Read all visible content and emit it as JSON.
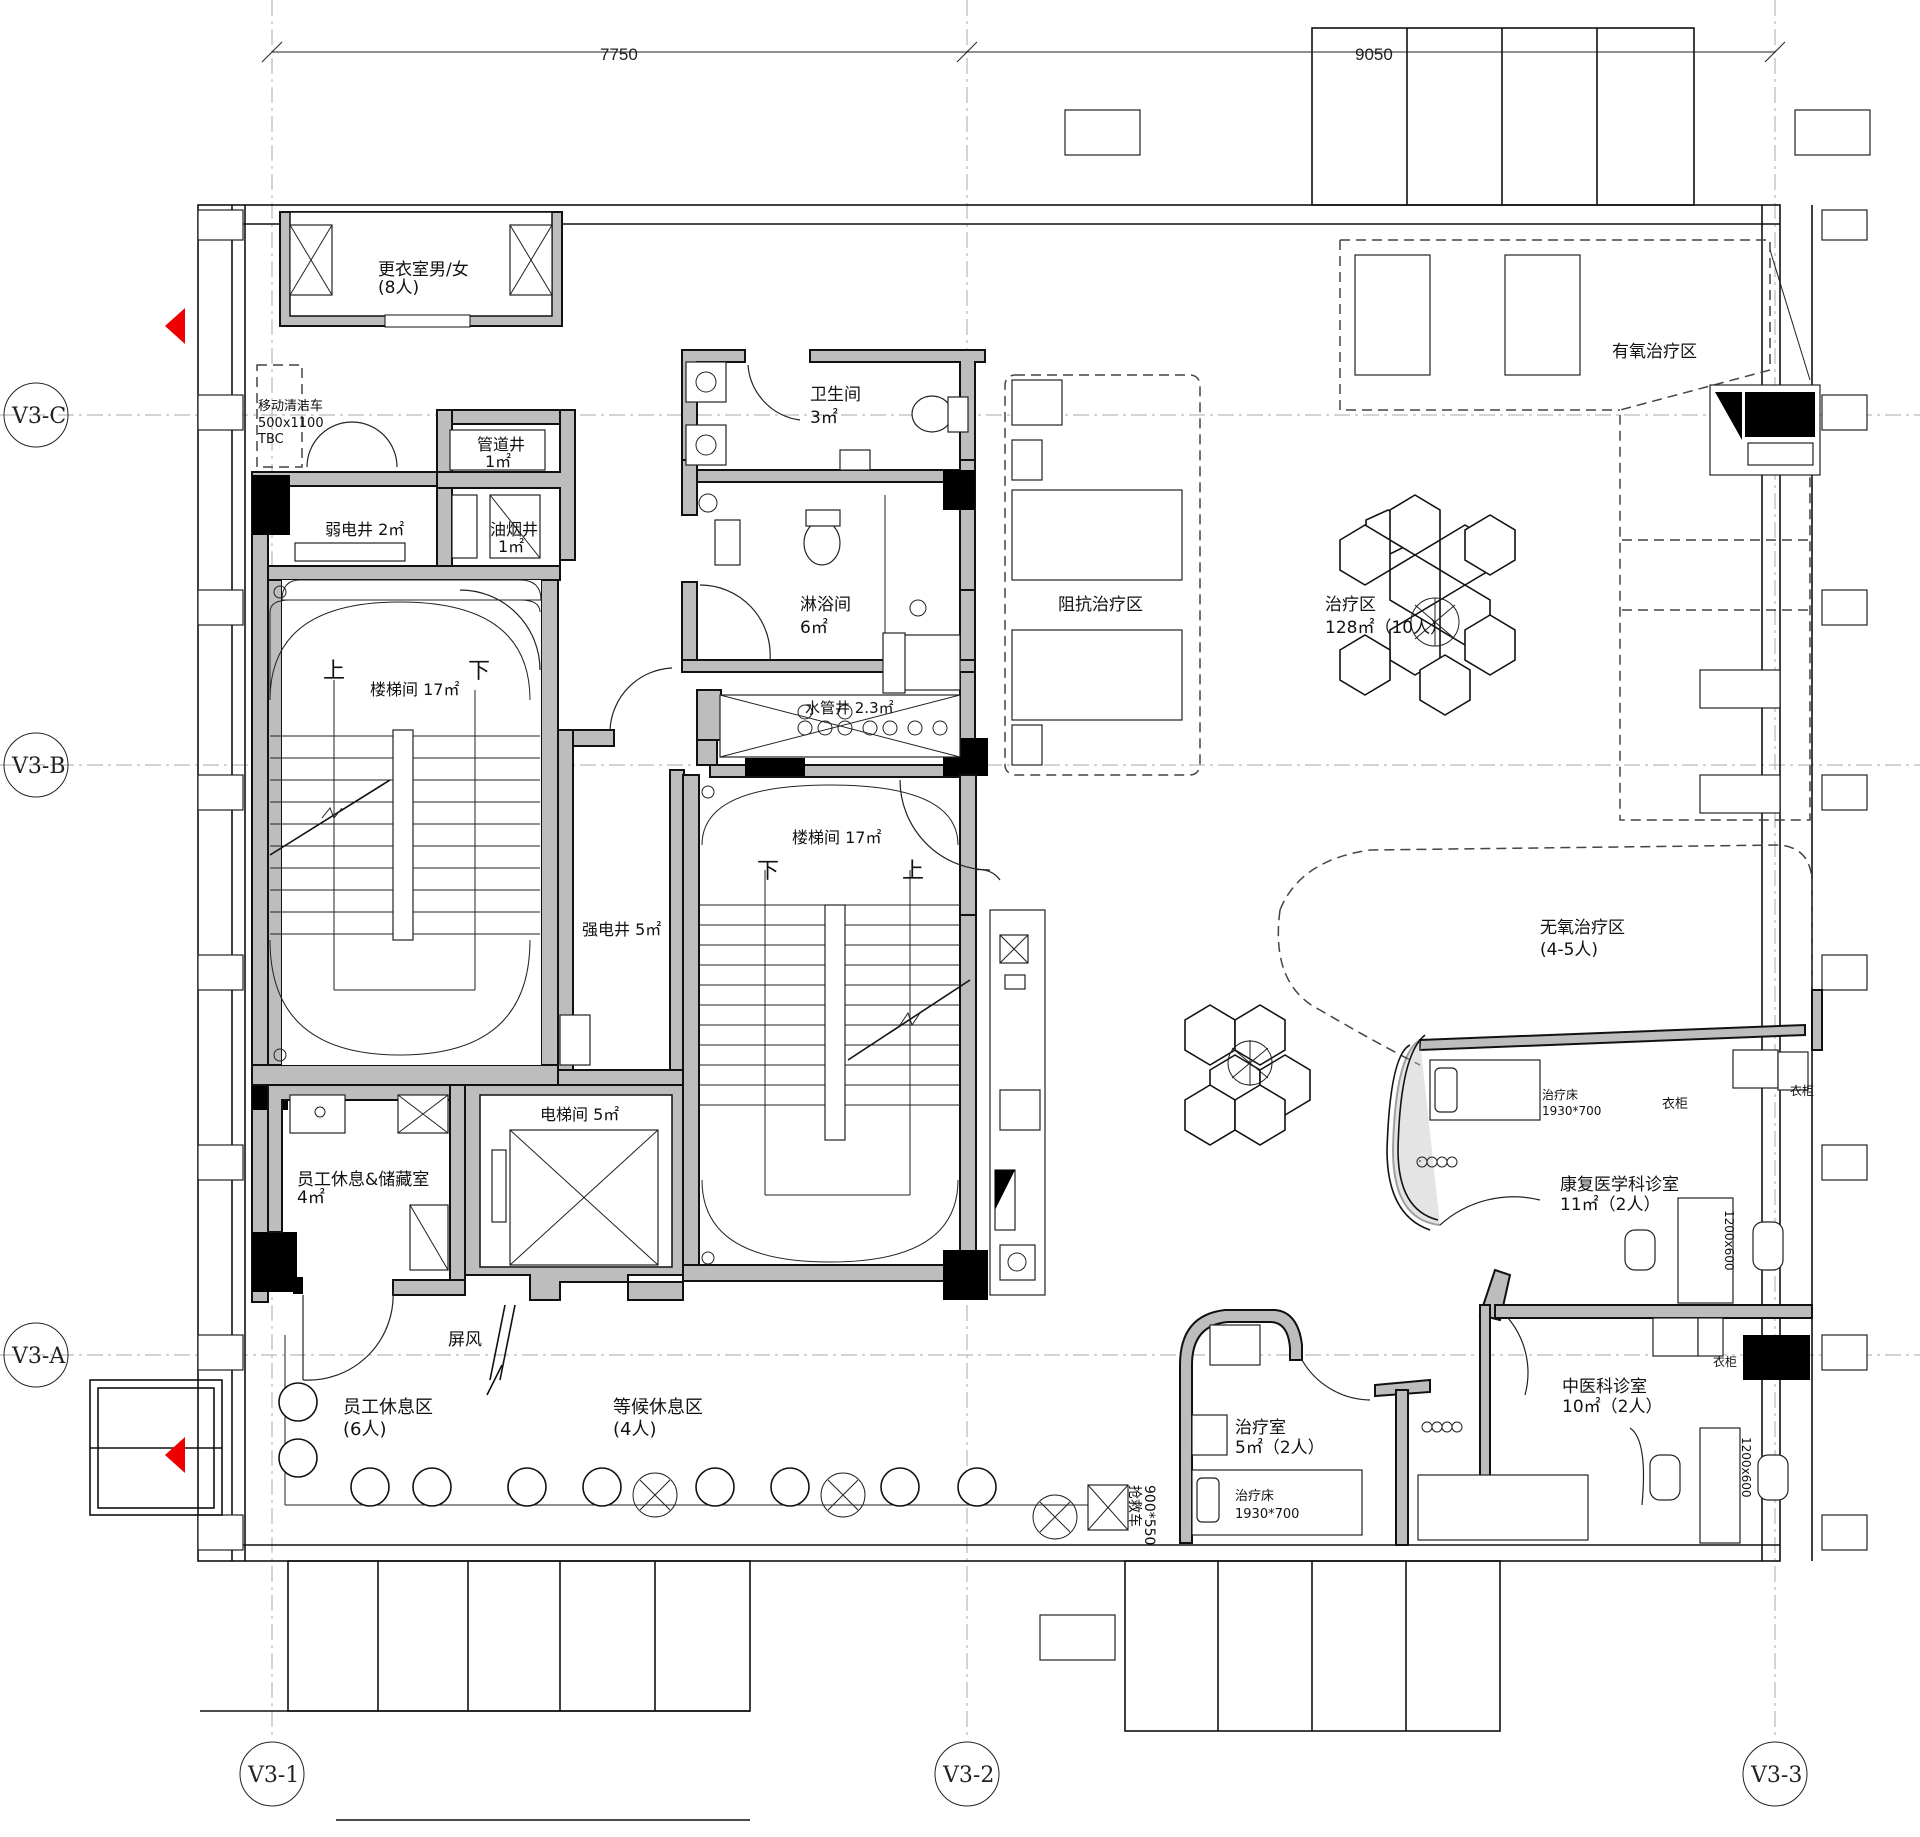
{
  "dimensions": {
    "top_left": "7750",
    "top_right": "9050"
  },
  "axes": {
    "rows": [
      {
        "id": "row-c",
        "label": "V3-C"
      },
      {
        "id": "row-b",
        "label": "V3-B"
      },
      {
        "id": "row-a",
        "label": "V3-A"
      }
    ],
    "columns": [
      {
        "id": "col-1",
        "label": "V3-1"
      },
      {
        "id": "col-2",
        "label": "V3-2"
      },
      {
        "id": "col-3",
        "label": "V3-3"
      }
    ]
  },
  "rooms": {
    "changing": {
      "name": "更衣室男/女",
      "sub": "(8人)"
    },
    "cart": {
      "l1": "移动清洁车",
      "l2": "500x1100",
      "l3": "TBC"
    },
    "pipe_shaft": {
      "name": "管道井",
      "area": "1㎡"
    },
    "weak_shaft": {
      "name": "弱电井 2㎡"
    },
    "smoke_shaft": {
      "name": "油烟井",
      "area": "1㎡"
    },
    "wc": {
      "name": "卫生间",
      "area": "3㎡"
    },
    "shower": {
      "name": "淋浴间",
      "area": "6㎡"
    },
    "water_shaft": {
      "name": "水管井 2.3㎡"
    },
    "stair_left": {
      "name": "楼梯间 17㎡",
      "up": "上",
      "down": "下"
    },
    "stair_right": {
      "name": "楼梯间 17㎡",
      "up": "上",
      "down": "下"
    },
    "strong_shaft": {
      "name": "强电井 5㎡"
    },
    "elevator": {
      "name": "电梯间 5㎡"
    },
    "staff_room": {
      "name": "员工休息&储藏室",
      "area": "4㎡"
    },
    "screen": {
      "name": "屏风"
    },
    "staff_rest": {
      "name": "员工休息区",
      "sub": "(6人)"
    },
    "waiting": {
      "name": "等候休息区",
      "sub": "(4人)"
    },
    "resistance": {
      "name": "阻抗治疗区"
    },
    "aerobic": {
      "name": "有氧治疗区"
    },
    "treatment_zone": {
      "name": "治疗区",
      "area": "128㎡（10人）"
    },
    "anaerobic": {
      "name": "无氧治疗区",
      "sub": "(4-5人)"
    },
    "rehab": {
      "name": "康复医学科诊室",
      "area": "11㎡（2人）",
      "bed": "治疗床",
      "bed_size": "1930*700",
      "cabinet": "衣柜",
      "desk": "1200x600"
    },
    "tcm": {
      "name": "中医科诊室",
      "area": "10㎡（2人）",
      "cabinet": "衣柜",
      "desk": "1200x600"
    },
    "treat_room": {
      "name": "治疗室",
      "area": "5㎡（2人）",
      "bed": "治疗床",
      "bed_size": "1930*700"
    },
    "cart_rescue": {
      "name": "抢救车",
      "size": "900*550"
    }
  }
}
